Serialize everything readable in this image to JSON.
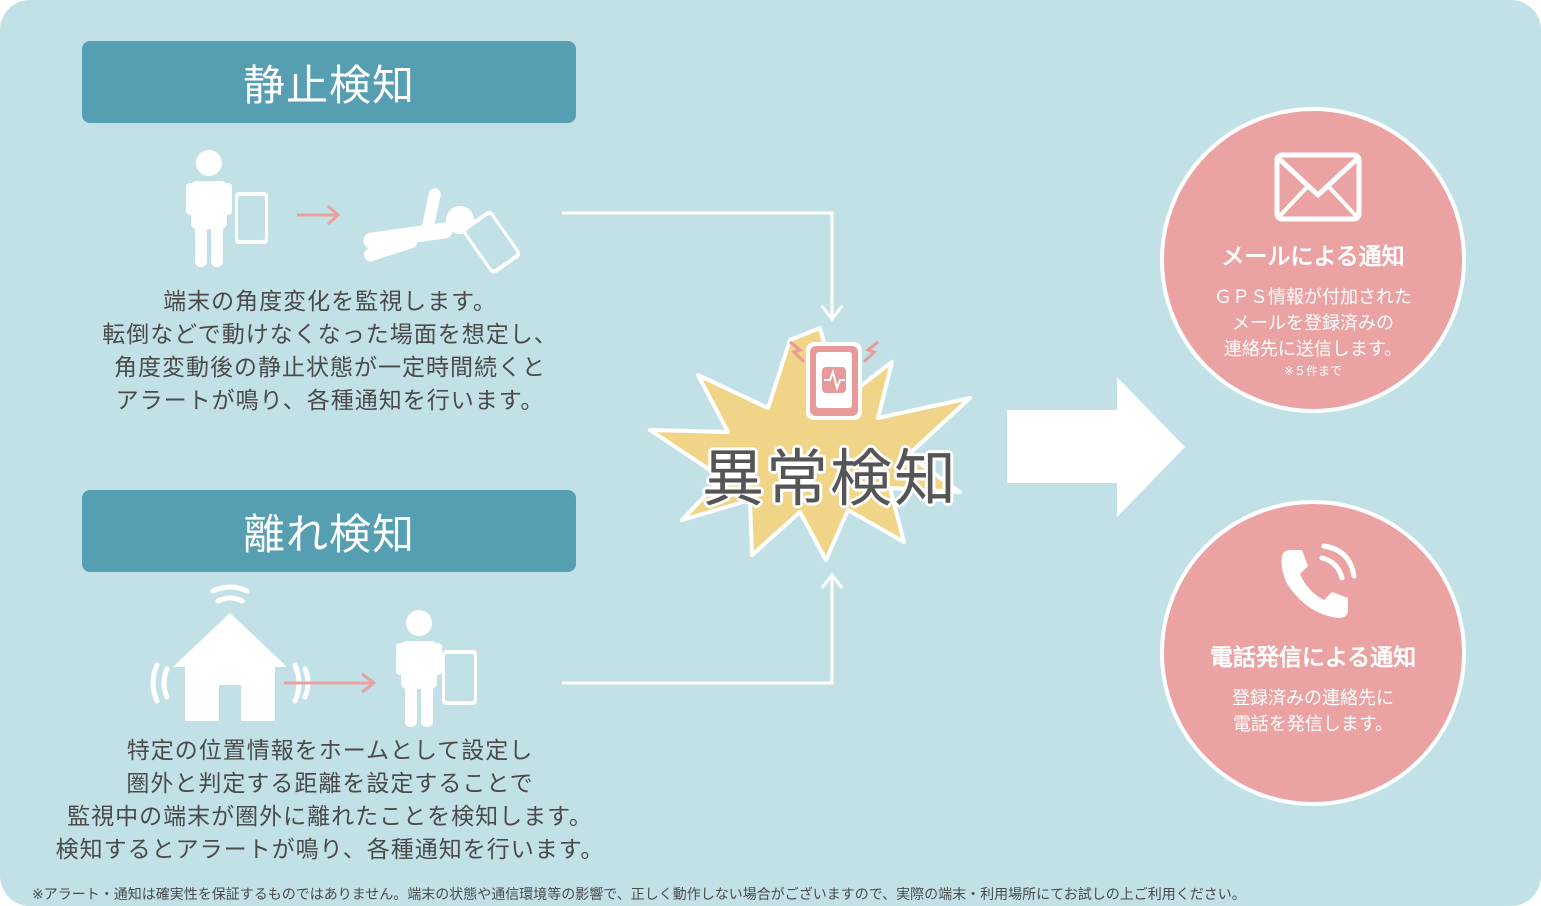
{
  "stillness": {
    "title": "静止検知",
    "lines": [
      "端末の角度変化を監視します。",
      "転倒などで動けなくなった場面を想定し、",
      "角度変動後の静止状態が一定時間続くと",
      "アラートが鳴り、各種通知を行います。"
    ]
  },
  "separation": {
    "title": "離れ検知",
    "lines": [
      "特定の位置情報をホームとして設定し",
      "圏外と判定する距離を設定することで",
      "監視中の端末が圏外に離れたことを検知します。",
      "検知するとアラートが鳴り、各種通知を行います。"
    ]
  },
  "center": {
    "label": "異常検知"
  },
  "mail": {
    "title": "メールによる通知",
    "lines": [
      "ＧＰＳ情報が付加された",
      "メールを登録済みの",
      "連絡先に送信します。"
    ],
    "note": "※５件まで"
  },
  "phone": {
    "title": "電話発信による通知",
    "lines": [
      "登録済みの連絡先に",
      "電話を発信します。"
    ]
  },
  "footnote": "※アラート・通知は確実性を保証するものではありません。端末の状態や通信環境等の影響で、正しく動作しない場合がございますので、実際の端末・利用場所にてお試しの上ご利用ください。",
  "colors": {
    "background": "#c2e1e7",
    "banner": "#569fb3",
    "accent_arrow": "#e8a0a0",
    "burst": "#f0d487",
    "notify_circle": "#eba2a2",
    "text": "#4a4a4a"
  },
  "icons": [
    "person-icon",
    "smartphone-icon",
    "fallen-person-icon",
    "house-icon",
    "signal-waves-icon",
    "alarm-phone-icon",
    "burst-icon",
    "envelope-icon",
    "phone-handset-icon",
    "right-arrow-icon"
  ]
}
